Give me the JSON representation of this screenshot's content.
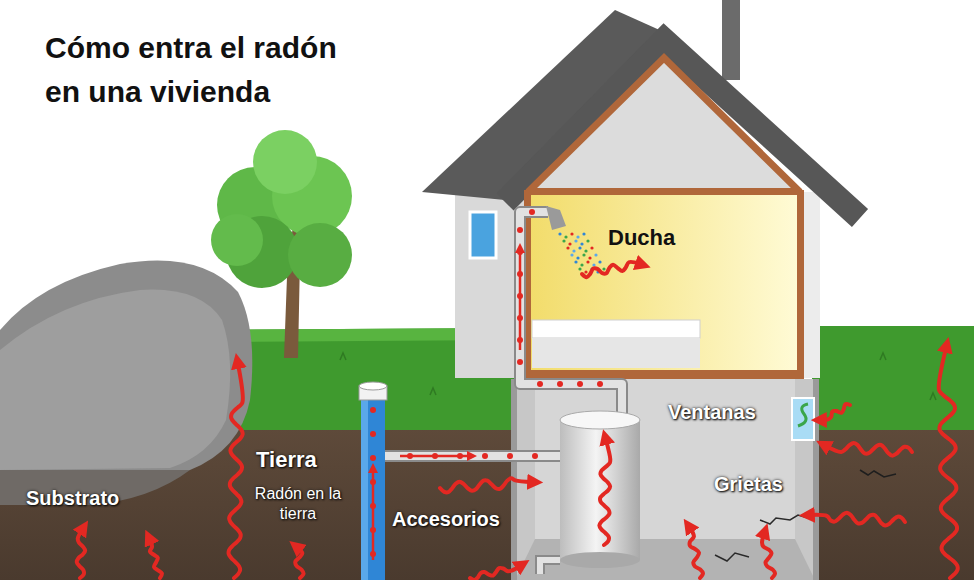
{
  "diagram": {
    "title": "Cómo entra el radón en una vivienda",
    "labels": [
      "Ducha",
      "Ventanas",
      "Tierra",
      "Radón en la tierra",
      "Grietas",
      "Substrato",
      "Accesorios"
    ]
  }
}
